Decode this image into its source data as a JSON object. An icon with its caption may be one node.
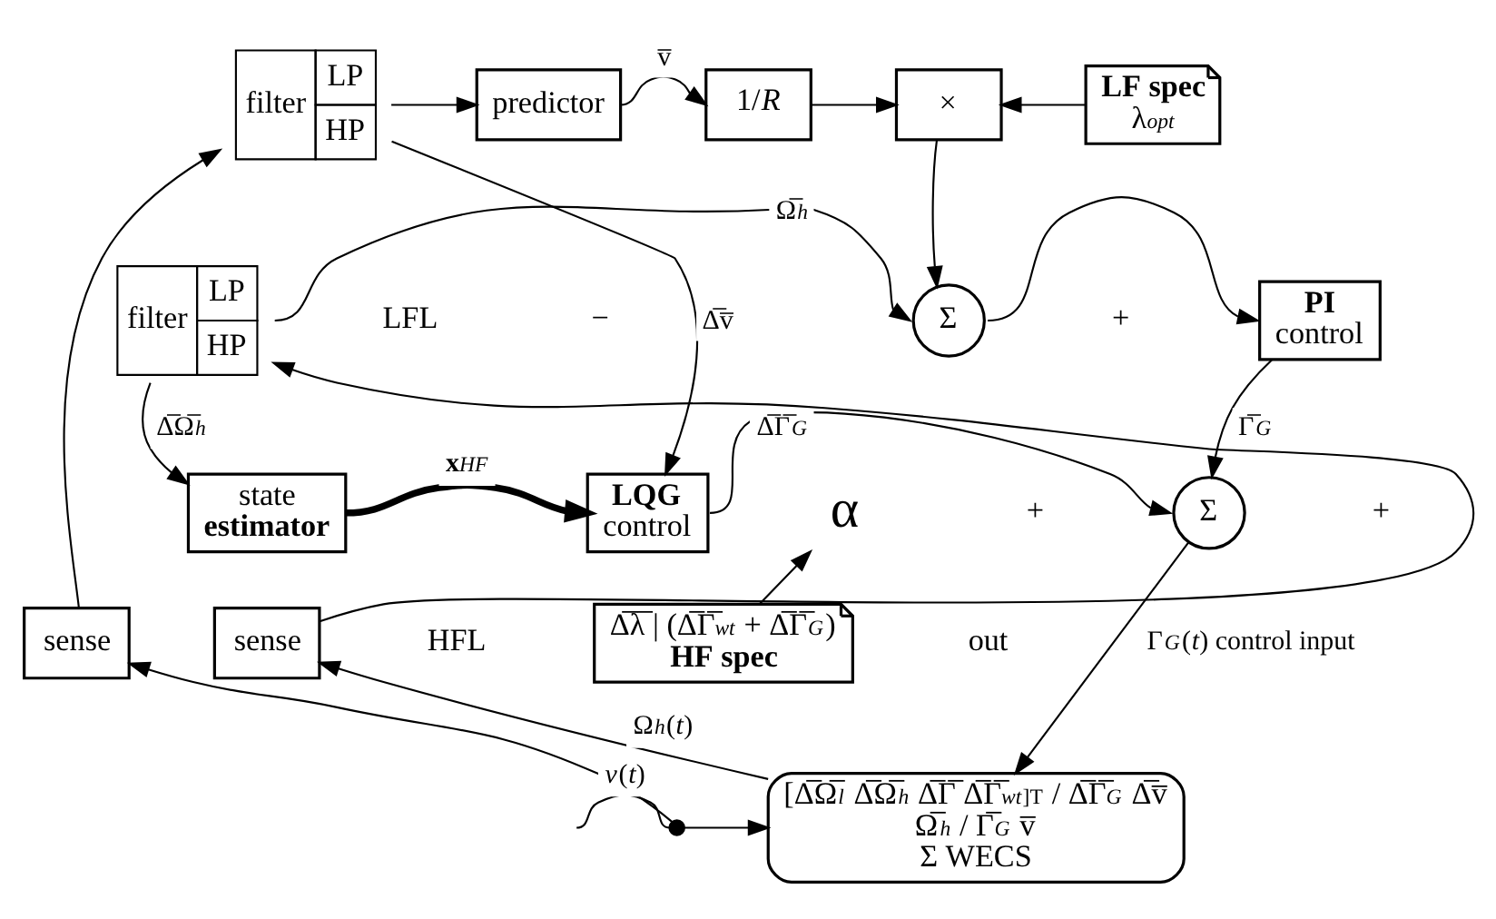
{
  "diagram": {
    "nodes": [
      {
        "text": [
          "filter",
          "LP",
          "HP"
        ]
      },
      {
        "text": [
          "predictor"
        ]
      },
      {
        "text": [
          "1/*R*"
        ]
      },
      {
        "text": [
          "×"
        ]
      },
      {
        "text": [
          "LF spec",
          "λ$_{opt}$"
        ]
      },
      {
        "text": [
          "filter",
          "LP",
          "HP"
        ]
      },
      {
        "text": [
          "Σ"
        ]
      },
      {
        "text": [
          "**PI** control"
        ]
      },
      {
        "text": [
          "state **estimator**"
        ]
      },
      {
        "text": [
          "**LQG** control"
        ]
      },
      {
        "text": [
          "Σ"
        ]
      },
      {
        "text": [
          "Δ̅λ̅ | (Δ̅Γ̅$_{wt}$ + Δ̅Γ̅$_{G}$)",
          "HF spec"
        ]
      },
      {
        "text": [
          "sense"
        ]
      },
      {
        "text": [
          "sense"
        ]
      },
      {
        "text": [
          "[Δ̅Ω̅$_{l}$ Δ̅Ω̅$_{h}$ Δ̅Γ̅ Δ̅Γ̅$_{wt}$]$^{T}$ / Δ̅Γ̅$_{G}$ Δ̅v̅",
          "Ω̅$_{h}$ / Γ̅$_{G}$ v̅",
          "Σ WECS"
        ]
      },
      {
        "text": [],
        "shape": "circle"
      },
      {
        "text": [
          "α"
        ]
      }
    ],
    "edges": [
      {
        "from": 0,
        "to": 1,
        "arrow": "to"
      },
      {
        "from": 1,
        "to": 2,
        "arrow": "to",
        "label": "v̅"
      },
      {
        "from": 2,
        "to": 3,
        "arrow": "to"
      },
      {
        "from": 4,
        "to": 3,
        "arrow": "to"
      },
      {
        "from": 3,
        "to": 6,
        "arrow": "to"
      },
      {
        "from": 5,
        "to": 6,
        "arrow": "to",
        "label": "Ω̅$_{h}$"
      },
      {
        "from": 6,
        "to": 7,
        "arrow": "to"
      },
      {
        "from": 7,
        "to": 10,
        "arrow": "to",
        "label": "Γ̅$_{G}$"
      },
      {
        "from": 0,
        "to": 9,
        "arrow": "to",
        "label": "Δ̅v̅"
      },
      {
        "from": 5,
        "to": 8,
        "arrow": "to",
        "label": "Δ̅Ω̅$_{h}$"
      },
      {
        "from": 8,
        "to": 9,
        "arrow": "to",
        "label": "**x**$_{HF}$",
        "style": "thick"
      },
      {
        "from": 9,
        "to": 10,
        "arrow": "to",
        "label": "Δ̅Γ̅$_{G}$"
      },
      {
        "from": 10,
        "to": 14,
        "arrow": "to",
        "label": "Γ$_{G}$(*t*) control input"
      },
      {
        "from": 12,
        "to": 0,
        "arrow": "to"
      },
      {
        "from": 13,
        "to": 5,
        "arrow": "to"
      },
      {
        "from": 14,
        "to": 13,
        "arrow": "to",
        "label": "Ω$_{h}$(*t*)"
      },
      {
        "from": null,
        "to": 15,
        "arrow": "none",
        "label": "*v*(*t*)"
      },
      {
        "from": 15,
        "to": 12,
        "arrow": "to"
      },
      {
        "from": 15,
        "to": 14,
        "arrow": "to"
      },
      {
        "from": 11,
        "to": 16,
        "arrow": "to"
      }
    ],
    "labels": [
      "LFL",
      "+",
      "−",
      "HFL",
      "+",
      "+",
      "out"
    ]
  }
}
